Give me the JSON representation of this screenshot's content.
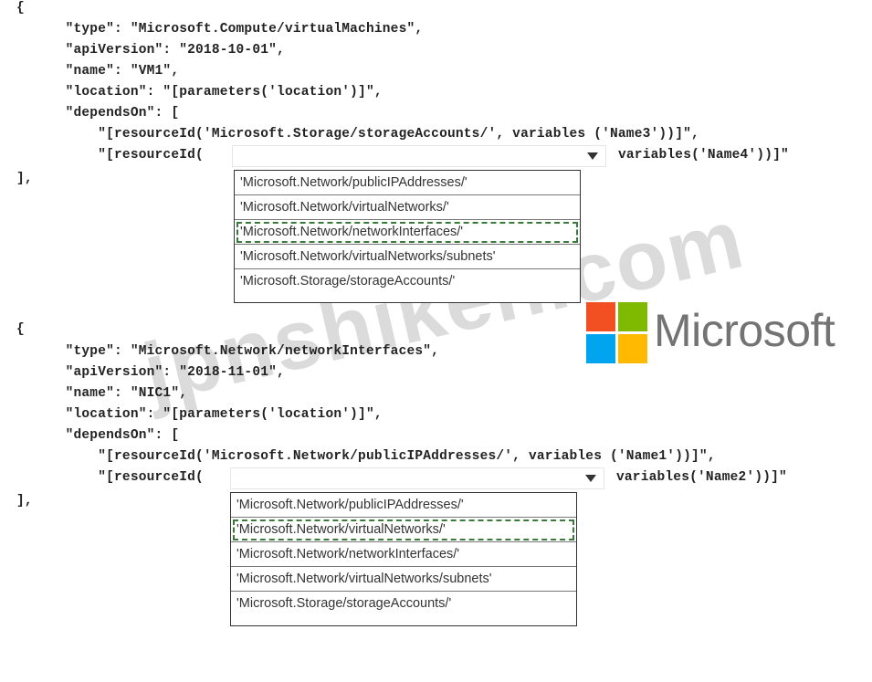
{
  "block1": {
    "lines": [
      "{",
      "    \"type\": \"Microsoft.Compute/virtualMachines\",",
      "    \"apiVersion\": \"2018-10-01\",",
      "    \"name\": \"VM1\",",
      "    \"location\": \"[parameters('location')]\",",
      "    \"dependsOn\": [",
      "        \"[resourceId('Microsoft.Storage/storageAccounts/', variables ('Name3'))]\","
    ],
    "resource_prefix": "        \"[resourceId(",
    "resource_suffix": "variables('Name4'))]\"",
    "closing": "],",
    "options": [
      "'Microsoft.Network/publicIPAddresses/'",
      "'Microsoft.Network/virtualNetworks/'",
      "'Microsoft.Network/networkInterfaces/'",
      "'Microsoft.Network/virtualNetworks/subnets'",
      "'Microsoft.Storage/storageAccounts/'"
    ],
    "selected_index": 2
  },
  "block2": {
    "lines": [
      "{",
      "    \"type\": \"Microsoft.Network/networkInterfaces\",",
      "    \"apiVersion\": \"2018-11-01\",",
      "    \"name\": \"NIC1\",",
      "    \"location\": \"[parameters('location')]\",",
      "    \"dependsOn\": [",
      "        \"[resourceId('Microsoft.Network/publicIPAddresses/', variables ('Name1'))]\","
    ],
    "resource_prefix": "        \"[resourceId(",
    "resource_suffix": "variables('Name2'))]\"",
    "closing": "],",
    "options": [
      "'Microsoft.Network/publicIPAddresses/'",
      "'Microsoft.Network/virtualNetworks/'",
      "'Microsoft.Network/networkInterfaces/'",
      "'Microsoft.Network/virtualNetworks/subnets'",
      "'Microsoft.Storage/storageAccounts/'"
    ],
    "selected_index": 1
  },
  "brand": {
    "name": "Microsoft",
    "colors": [
      "#f25022",
      "#7fba00",
      "#00a4ef",
      "#ffb900"
    ]
  },
  "watermark": "jpnshiken.com"
}
